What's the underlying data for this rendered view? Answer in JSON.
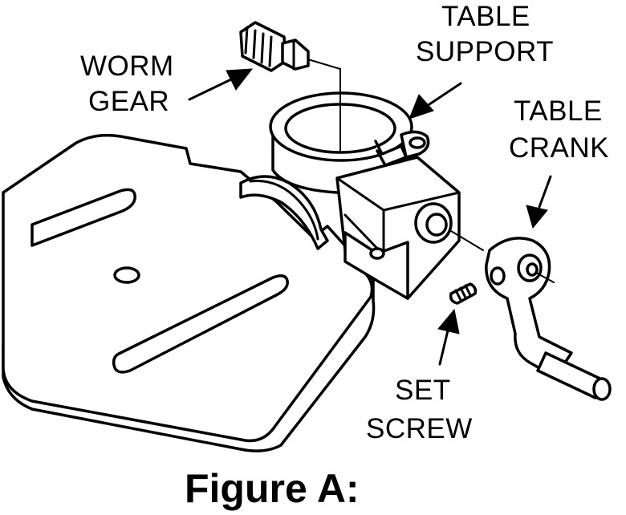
{
  "labels": {
    "worm_gear": [
      "WORM",
      "GEAR"
    ],
    "table_support": [
      "TABLE",
      "SUPPORT"
    ],
    "table_crank": [
      "TABLE",
      "CRANK"
    ],
    "set_screw": [
      "SET",
      "SCREW"
    ]
  },
  "caption": "Figure A:",
  "colors": {
    "ink": "#000000",
    "paper": "#ffffff"
  }
}
